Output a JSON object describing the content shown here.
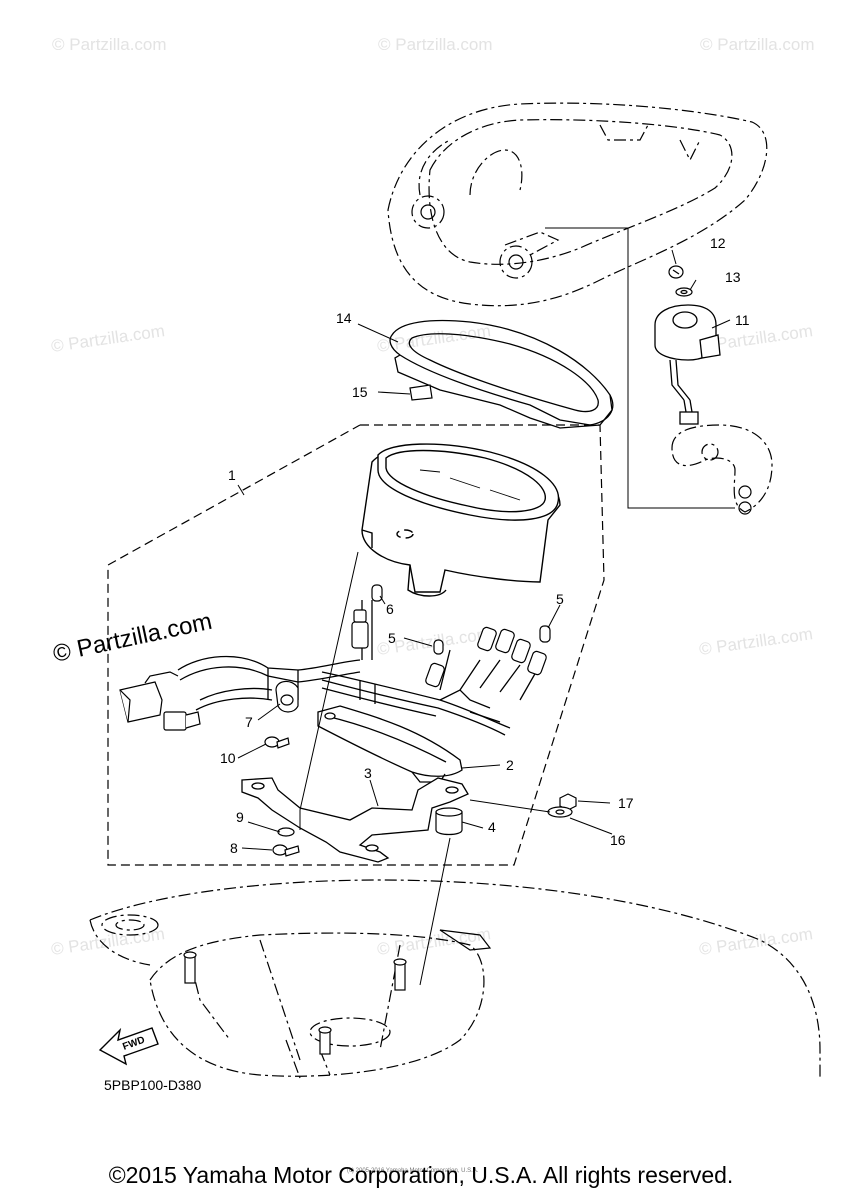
{
  "watermarks": {
    "text": "© Partzilla.com",
    "prominent": "© Partzilla.com"
  },
  "callouts": {
    "c1": "1",
    "c2": "2",
    "c3": "3",
    "c4": "4",
    "c5a": "5",
    "c5b": "5",
    "c6": "6",
    "c7": "7",
    "c8": "8",
    "c9": "9",
    "c10": "10",
    "c11": "11",
    "c12": "12",
    "c13": "13",
    "c14": "14",
    "c15": "15",
    "c16": "16",
    "c17": "17"
  },
  "fwd_label": "FWD",
  "diagram_code": "5PBP100-D380",
  "small_copyright": "(c) 2005-2016 Yamaha Motor Corporation, U.S.A.",
  "footer": "©2015 Yamaha Motor Corporation, U.S.A. All rights reserved."
}
